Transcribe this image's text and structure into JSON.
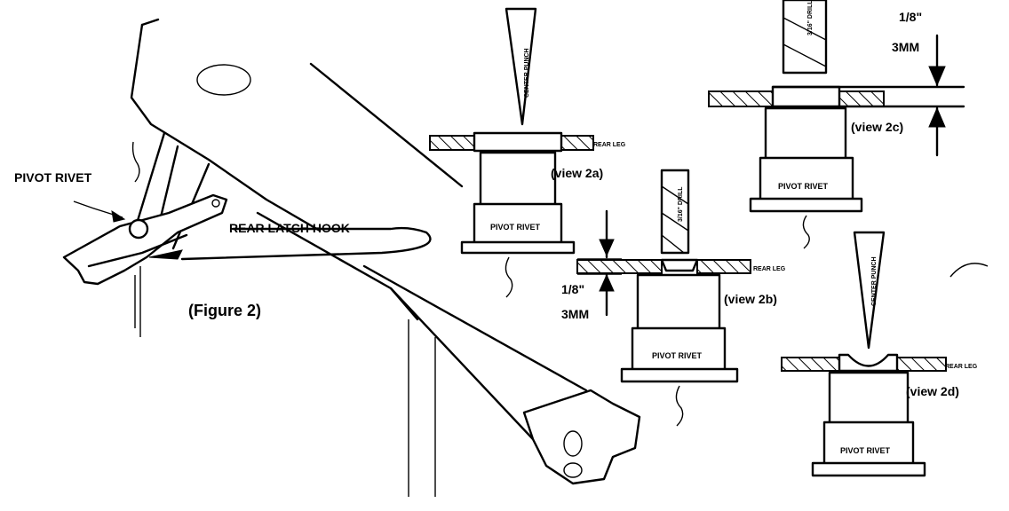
{
  "labels": {
    "pivot_rivet": "PIVOT RIVET",
    "rear_latch_hook": "REAR LATCH HOOK",
    "figure": "(Figure 2)",
    "view_2a": "(view 2a)",
    "view_2b": "(view 2b)",
    "view_2c": "(view 2c)",
    "view_2d": "(view 2d)",
    "center_punch": "CENTER PUNCH",
    "rear_leg": "REAR LEG",
    "drill": "3/16\" DRILL",
    "fraction": "1/8\"",
    "mm": "3MM",
    "rivet_body": "PIVOT RIVET"
  }
}
